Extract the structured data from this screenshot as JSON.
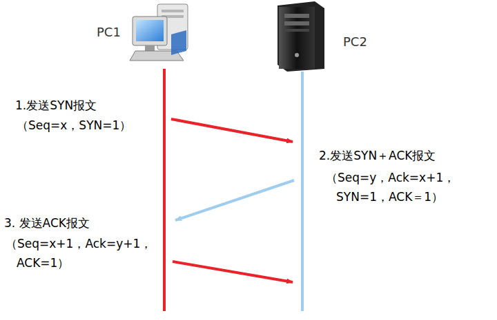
{
  "diagram": {
    "labels": [
      "PC1",
      "PC2",
      "1.发送SYN报文",
      "（Seq=x，SYN=1）",
      "2.发送SYN＋ACK报文",
      "（Seq=y，Ack=x+1，",
      "SYN=1，ACK＝1）",
      "3. 发送ACK报文",
      "（Seq=x+1，Ack=y+1，",
      "ACK=1）"
    ]
  }
}
